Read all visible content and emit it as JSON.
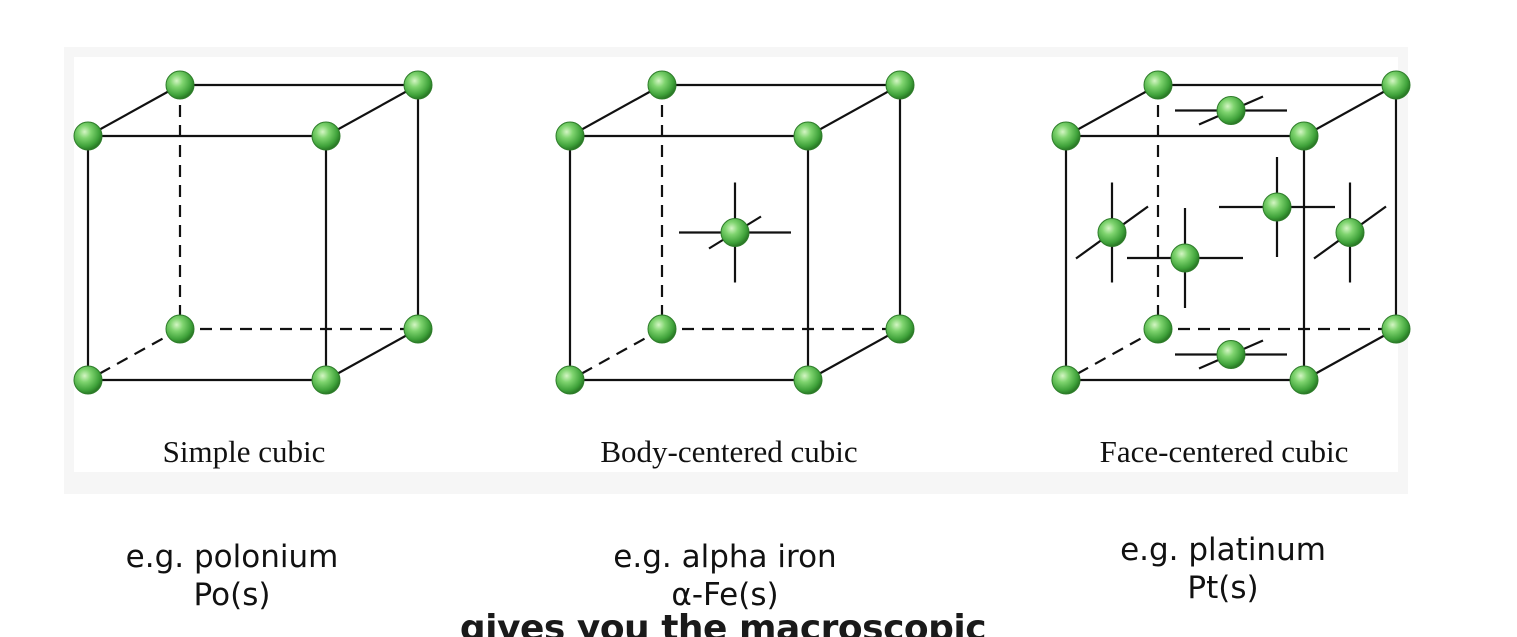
{
  "cubes": [
    {
      "label": "Simple cubic",
      "example_line1": "e.g. polonium",
      "example_line2": "Po(s)"
    },
    {
      "label": "Body-centered cubic",
      "example_line1": "e.g. alpha iron",
      "example_line2": "α-Fe(s)"
    },
    {
      "label": "Face-centered cubic",
      "example_line1": "e.g. platinum",
      "example_line2": "Pt(s)"
    }
  ],
  "subtitle": "gives you the macroscopic",
  "colors": {
    "atom": "#4fb548",
    "atom_highlight": "#c8f0b8",
    "atom_edge": "#2e7d2a",
    "line": "#111111"
  }
}
